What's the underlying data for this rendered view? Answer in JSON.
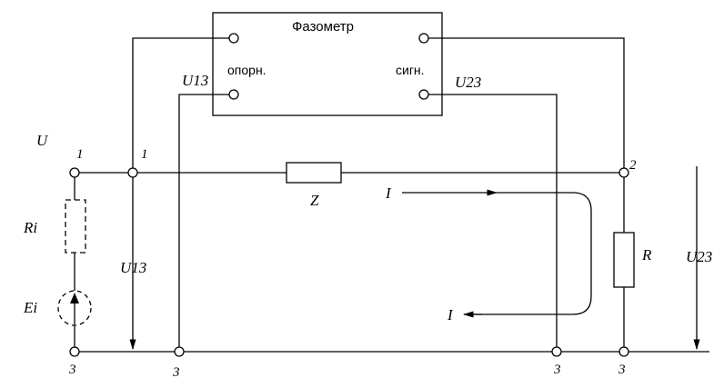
{
  "phasemeter": {
    "title": "Фазометр",
    "ref_label": "опорн.",
    "sig_label": "сигн."
  },
  "labels": {
    "source_voltage": "U",
    "node_1_left": "1",
    "node_1_right": "1",
    "node_2": "2",
    "node_3_a": "3",
    "node_3_b": "3",
    "node_3_c": "3",
    "node_3_d": "3",
    "u13_top": "U13",
    "u13_mid": "U13",
    "u23_top": "U23",
    "u23_right": "U23",
    "impedance": "Z",
    "resistor": "R",
    "internal_resistance": "Ri",
    "emf": "Ei",
    "current_top": "I",
    "current_bottom": "I"
  }
}
